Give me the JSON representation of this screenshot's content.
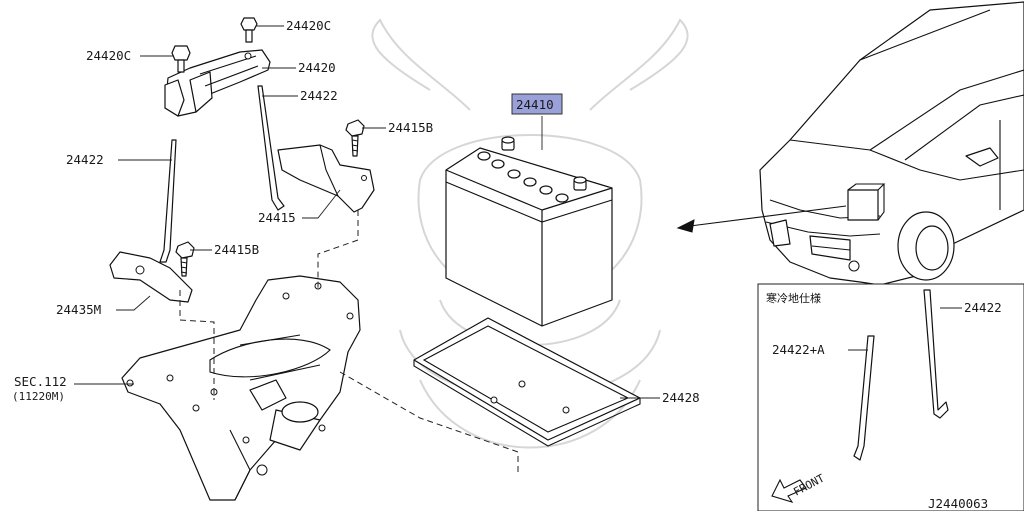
{
  "diagram": {
    "labels": {
      "bolt_top": "24420C",
      "bolt_left": "24420C",
      "holder": "24420",
      "rod_right": "24422",
      "bolt_bracket": "24415B",
      "rod_left": "24422",
      "bracket": "24415",
      "bolt_lower": "24415B",
      "clip": "24435M",
      "section_ref_1": "SEC.112",
      "section_ref_2": "(11220M)",
      "battery": "24410",
      "tray": "24428"
    },
    "inset": {
      "title": "寒冷地仕様",
      "rod": "24422",
      "rod_alt": "24422+A",
      "front": "FRONT"
    },
    "figure_id": "J2440063"
  }
}
